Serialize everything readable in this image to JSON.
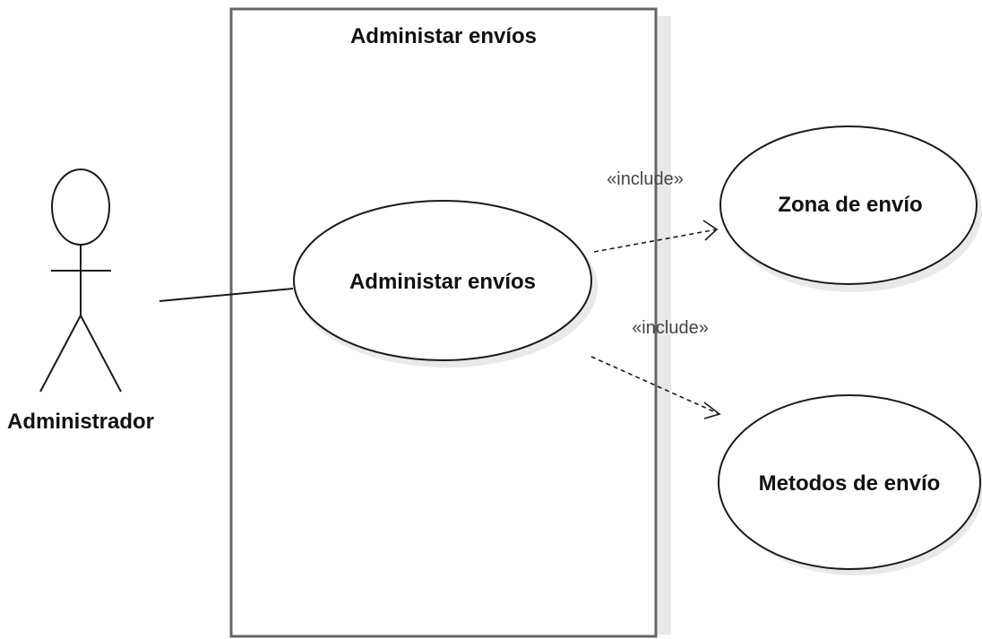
{
  "system_boundary": {
    "title": "Administar envíos"
  },
  "actor": {
    "name": "Administrador"
  },
  "use_cases": {
    "main": "Administar envíos",
    "zona": "Zona de envío",
    "metodos": "Metodos de envío"
  },
  "relations": {
    "include_zona": "«include»",
    "include_metodos": "«include»"
  },
  "colors": {
    "line": "#1a1a1a",
    "boundary": "#666666",
    "shadow": "#e9e9e9"
  }
}
